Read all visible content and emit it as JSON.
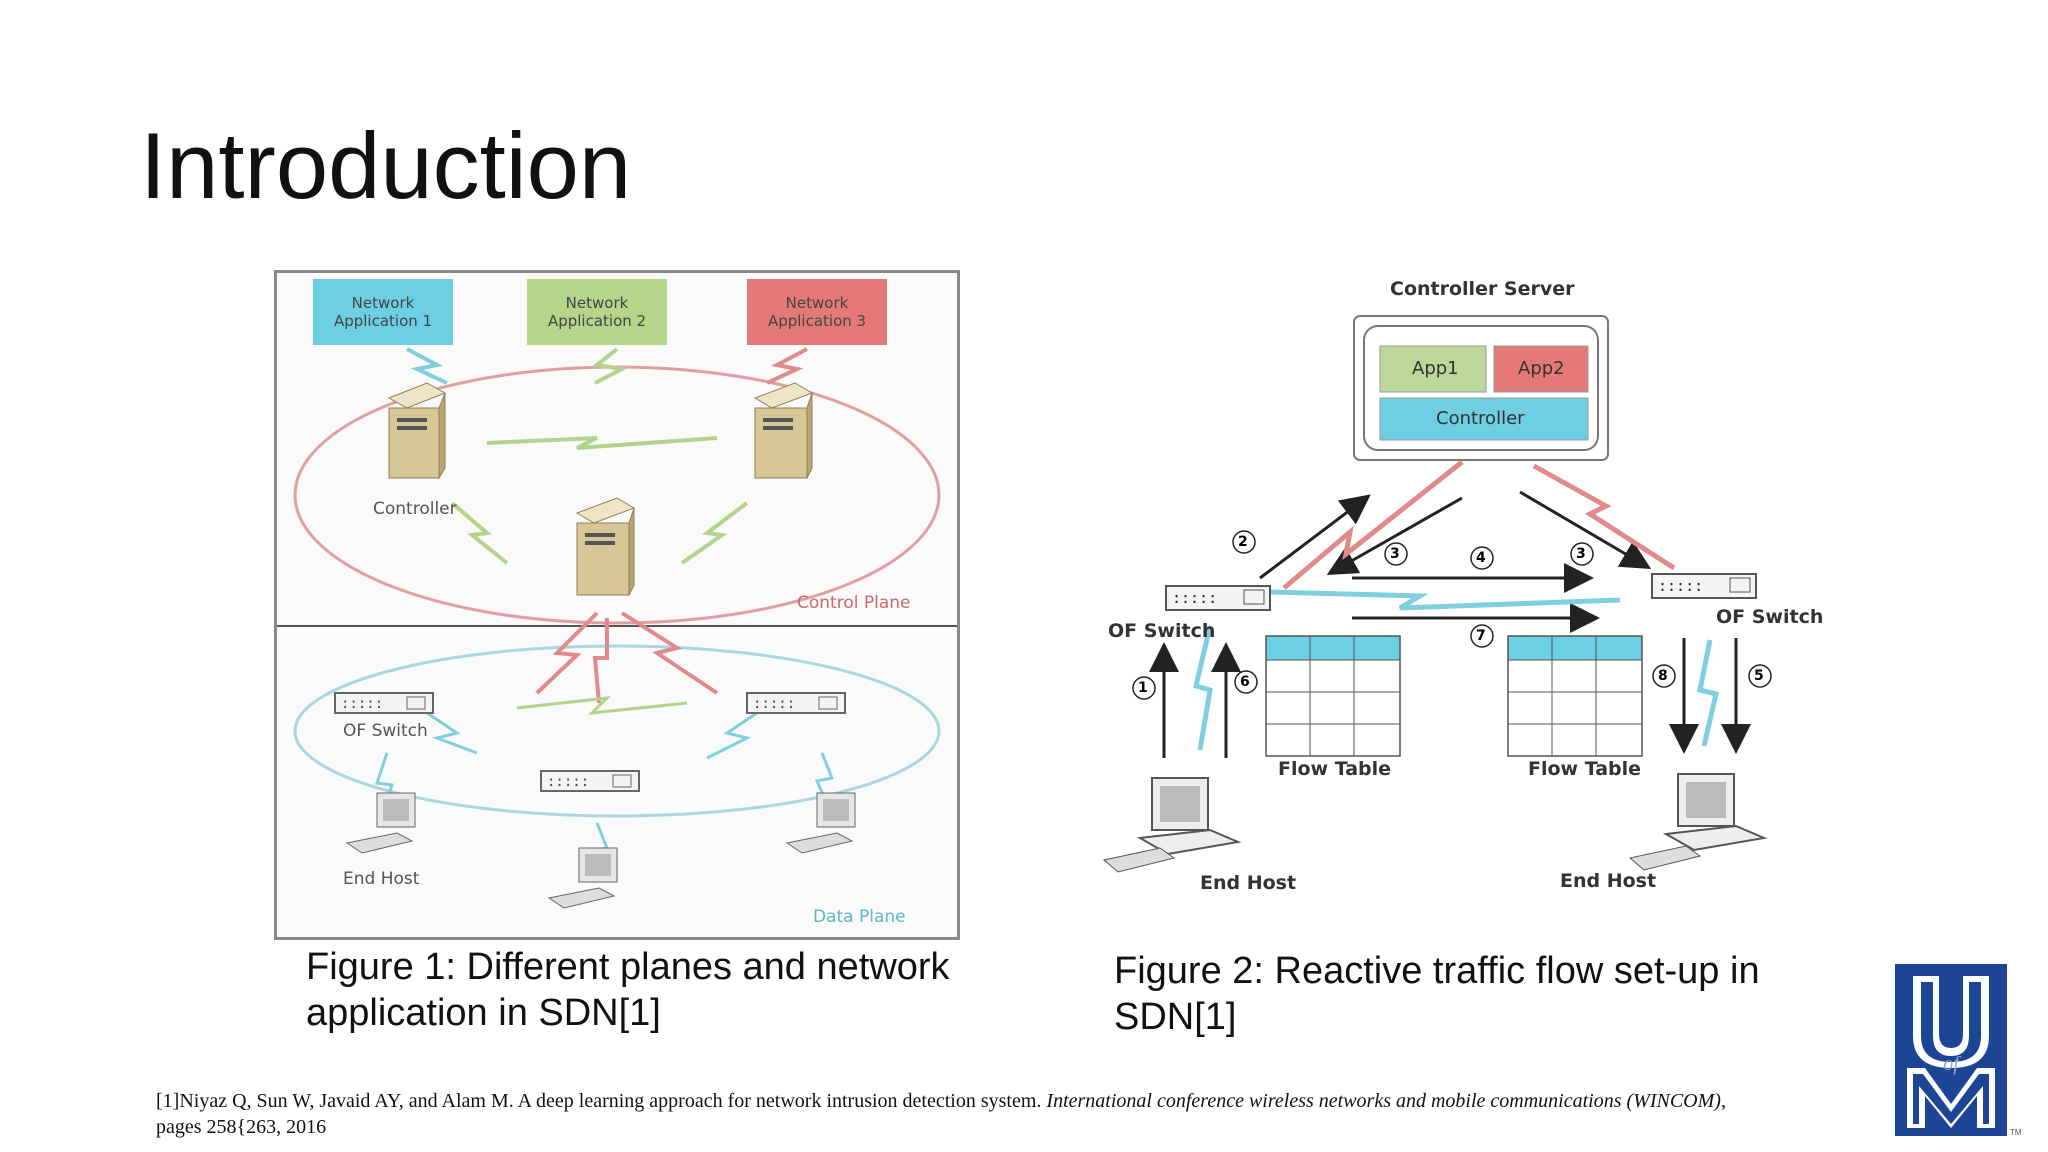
{
  "slide": {
    "title": "Introduction"
  },
  "figure1": {
    "apps": [
      {
        "label": "Network\nApplication 1",
        "color": "#6ccfe4"
      },
      {
        "label": "Network\nApplication 2",
        "color": "#b5d58a"
      },
      {
        "label": "Network\nApplication 3",
        "color": "#e5797a"
      }
    ],
    "controller_label": "Controller",
    "control_plane_label": "Control Plane",
    "switch_label": "OF Switch",
    "end_host_label": "End Host",
    "data_plane_label": "Data Plane",
    "caption_line1": "Figure 1: Different planes and network",
    "caption_line2": "application in SDN[1]"
  },
  "figure2": {
    "controller_server_label": "Controller Server",
    "app1": "App1",
    "app2": "App2",
    "controller": "Controller",
    "of_switch_left": "OF Switch",
    "of_switch_right": "OF Switch",
    "flow_table_left": "Flow Table",
    "flow_table_right": "Flow Table",
    "end_host_left": "End Host",
    "end_host_right": "End Host",
    "steps": [
      "1",
      "2",
      "3",
      "3",
      "4",
      "5",
      "6",
      "7",
      "8"
    ],
    "caption_line1": "Figure 2: Reactive traffic flow set-up in",
    "caption_line2": "SDN[1]"
  },
  "footer": {
    "reference_main": "[1]Niyaz Q, Sun W, Javaid AY, and Alam M. A deep learning approach for network intrusion detection system. ",
    "reference_italic": "International conference wireless networks and mobile communications (WINCOM)",
    "reference_tail": ",",
    "reference_line2": "pages 258{263, 2016"
  },
  "logo": {
    "letters": "U of M",
    "tm": "TM",
    "color": "#1c4596"
  },
  "colors": {
    "blue_bolt": "#7fcfe0",
    "red_bolt": "#e08a8c",
    "green_bolt": "#b3d28c",
    "control_oval": "#e1a0a0",
    "data_oval": "#a9d6e1"
  }
}
